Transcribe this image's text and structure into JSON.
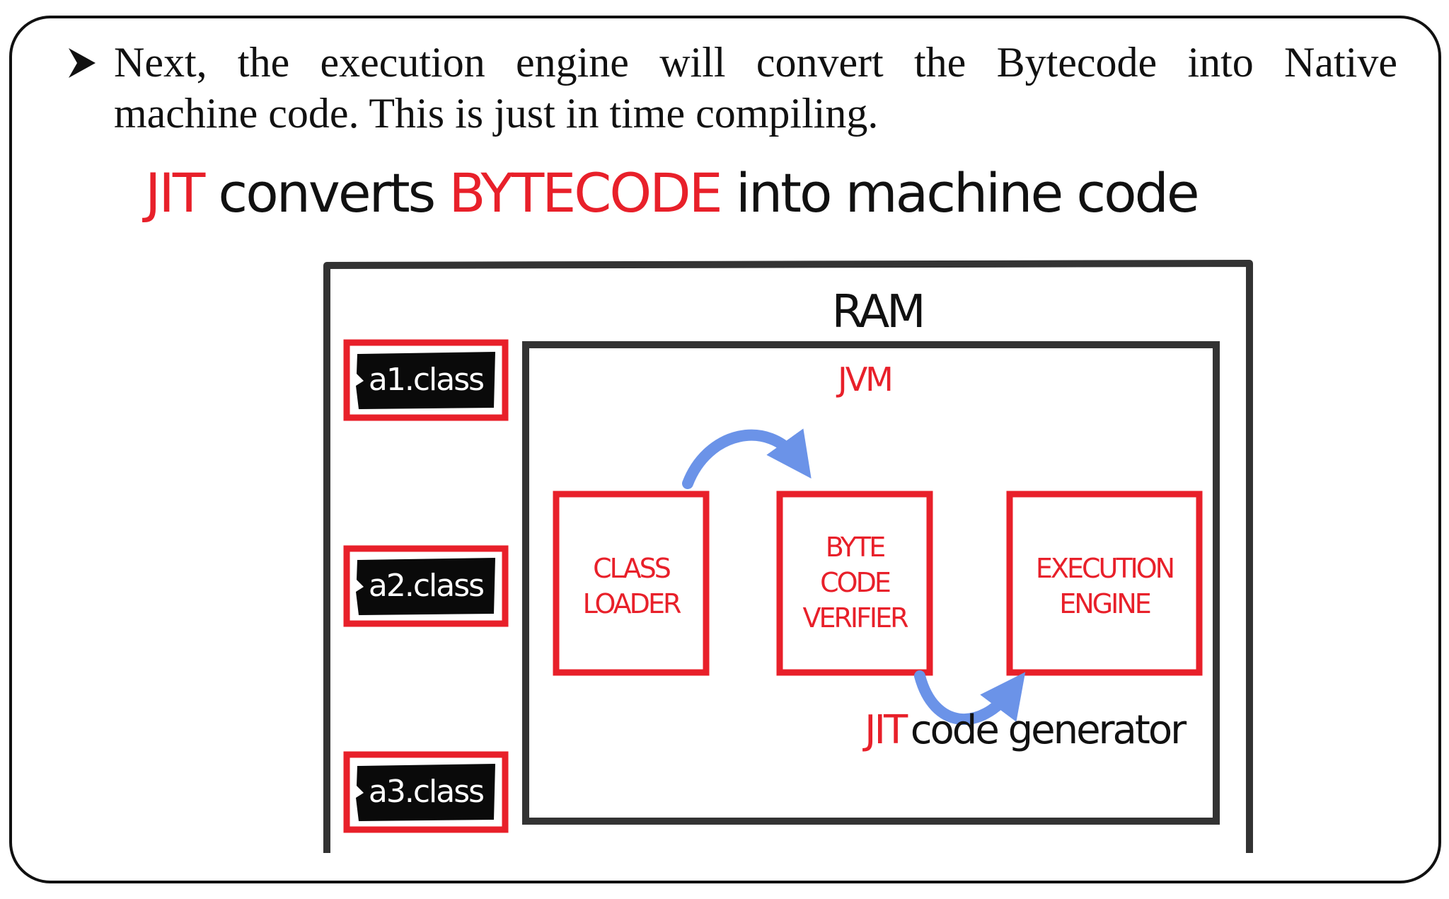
{
  "bullet": {
    "line1": "Next, the execution engine will convert the Bytecode into Native",
    "line2": "machine code. This is just in time compiling."
  },
  "headline": {
    "part1": "JIT",
    "part2": " converts ",
    "part3": "BYTECODE",
    "part4": " into machine code"
  },
  "diagram": {
    "ram_label": "RAM",
    "jvm_label": "JVM",
    "class_files": [
      "a1.class",
      "a2.class",
      "a3.class"
    ],
    "class_loader": [
      "CLASS",
      "LOADER"
    ],
    "byte_code_verifier": [
      "BYTE",
      "CODE",
      "VERIFIER"
    ],
    "execution_engine": [
      "EXECUTION",
      "ENGINE"
    ],
    "jit_label_red": "JIT",
    "jit_label_rest": "code generator"
  },
  "colors": {
    "red": "#e8202a",
    "blue": "#6b93e8",
    "ink": "#2a2a2a"
  }
}
